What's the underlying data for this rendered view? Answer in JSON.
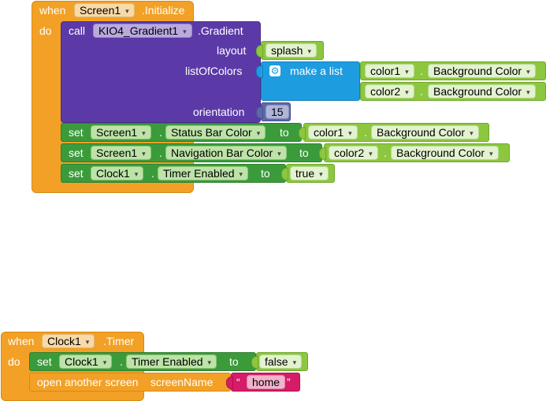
{
  "block1": {
    "when": "when",
    "do": "do",
    "component": "Screen1",
    "event": ".Initialize",
    "call": {
      "label": "call",
      "component": "KIO4_Gradient1",
      "method": ".Gradient",
      "param_layout": "layout",
      "param_colors": "listOfColors",
      "param_orientation": "orientation",
      "layout_value": "splash",
      "make_list": "make a list",
      "items": [
        {
          "component": "color1",
          "property": "Background Color"
        },
        {
          "component": "color2",
          "property": "Background Color"
        }
      ],
      "orientation_value": "15"
    },
    "setters": [
      {
        "set": "set",
        "component": "Screen1",
        "property": "Status Bar Color",
        "to": "to",
        "value_component": "color1",
        "value_property": "Background Color"
      },
      {
        "set": "set",
        "component": "Screen1",
        "property": "Navigation Bar Color",
        "to": "to",
        "value_component": "color2",
        "value_property": "Background Color"
      },
      {
        "set": "set",
        "component": "Clock1",
        "property": "Timer Enabled",
        "to": "to",
        "value": "true"
      }
    ]
  },
  "block2": {
    "when": "when",
    "do": "do",
    "component": "Clock1",
    "event": ".Timer",
    "set": {
      "set": "set",
      "component": "Clock1",
      "property": "Timer Enabled",
      "to": "to",
      "value": "false"
    },
    "open": {
      "label": "open another screen",
      "param": "screenName",
      "quote_open": "“",
      "value": "home",
      "quote_close": "”"
    }
  },
  "icons": {
    "dropdown": "▾",
    "mutator": "⚙",
    "dot": "."
  },
  "colors": {
    "event": "#f2a126",
    "procedure": "#5b3aa8",
    "list": "#1e9ce0",
    "setter": "#3b9b3b",
    "getter": "#8dc63f",
    "text": "#d61c68",
    "number": "#5c68a8"
  }
}
